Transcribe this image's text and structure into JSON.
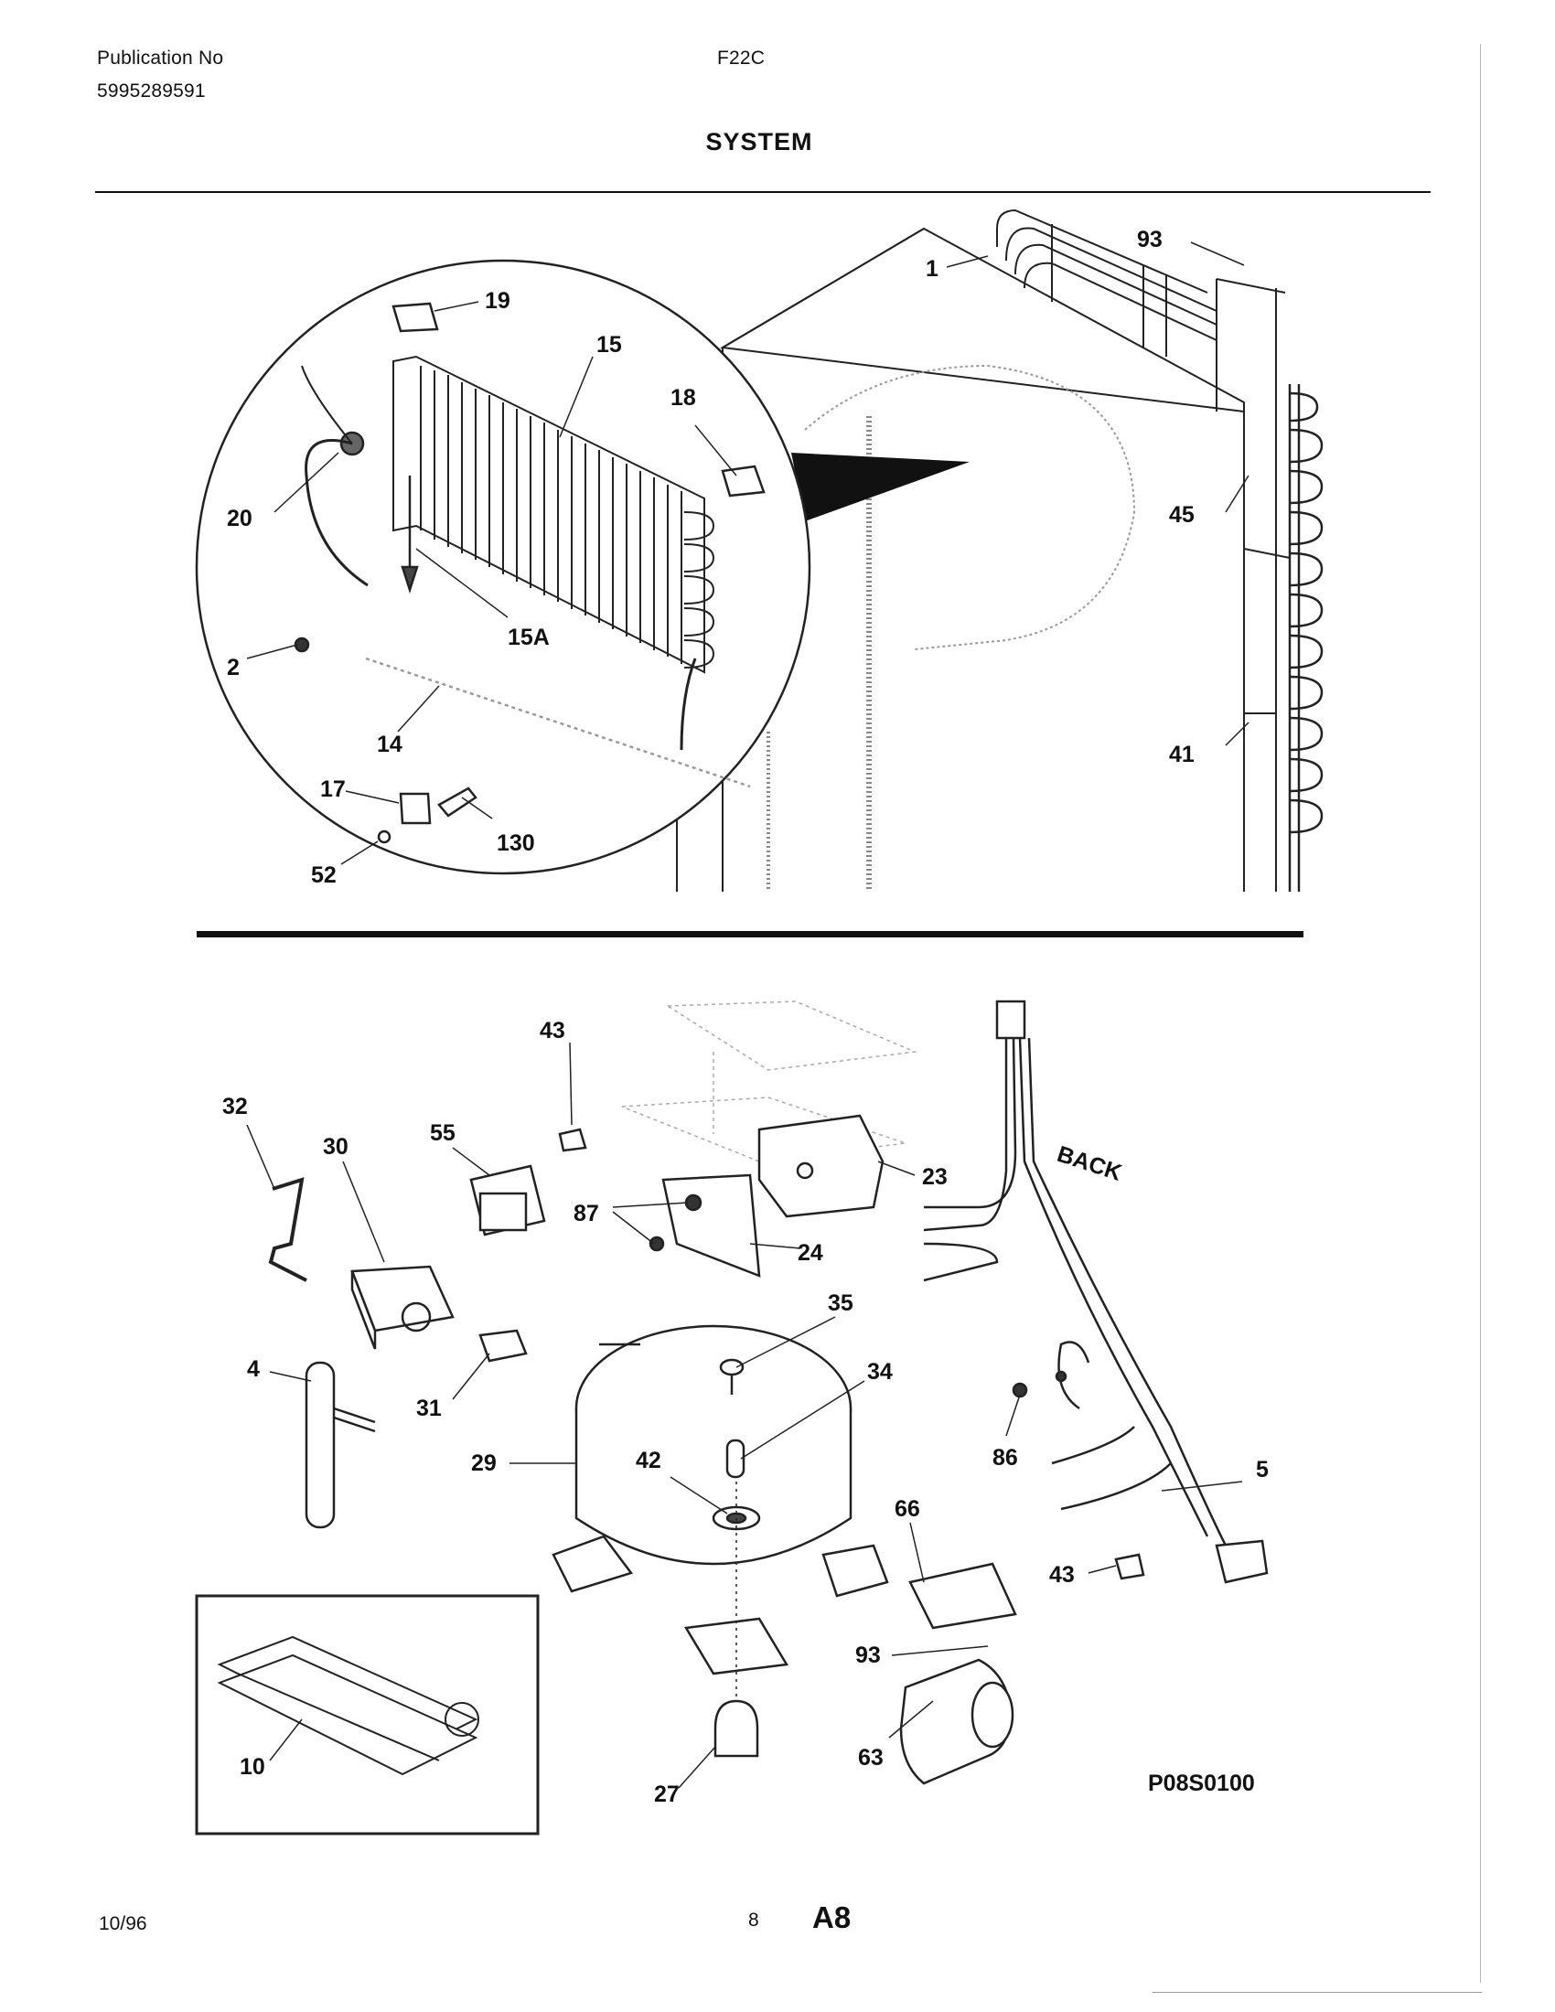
{
  "header": {
    "publication_label": "Publication No",
    "publication_number": "5995289591",
    "model": "F22C",
    "title": "SYSTEM"
  },
  "upper_callouts": {
    "c1": "1",
    "c2": "2",
    "c14": "14",
    "c15": "15",
    "c15a": "15A",
    "c17": "17",
    "c18": "18",
    "c19": "19",
    "c20": "20",
    "c41": "41",
    "c45": "45",
    "c52": "52",
    "c93": "93",
    "c130": "130"
  },
  "lower_callouts": {
    "c4": "4",
    "c5": "5",
    "c10": "10",
    "c23": "23",
    "c24": "24",
    "c27": "27",
    "c29": "29",
    "c30": "30",
    "c31": "31",
    "c32": "32",
    "c34": "34",
    "c35": "35",
    "c42": "42",
    "c43a": "43",
    "c43b": "43",
    "c55": "55",
    "c63": "63",
    "c66": "66",
    "c86": "86",
    "c87": "87",
    "c93": "93",
    "back": "BACK"
  },
  "diagram_code": "P08S0100",
  "footer": {
    "date": "10/96",
    "page": "8",
    "section": "A8"
  }
}
